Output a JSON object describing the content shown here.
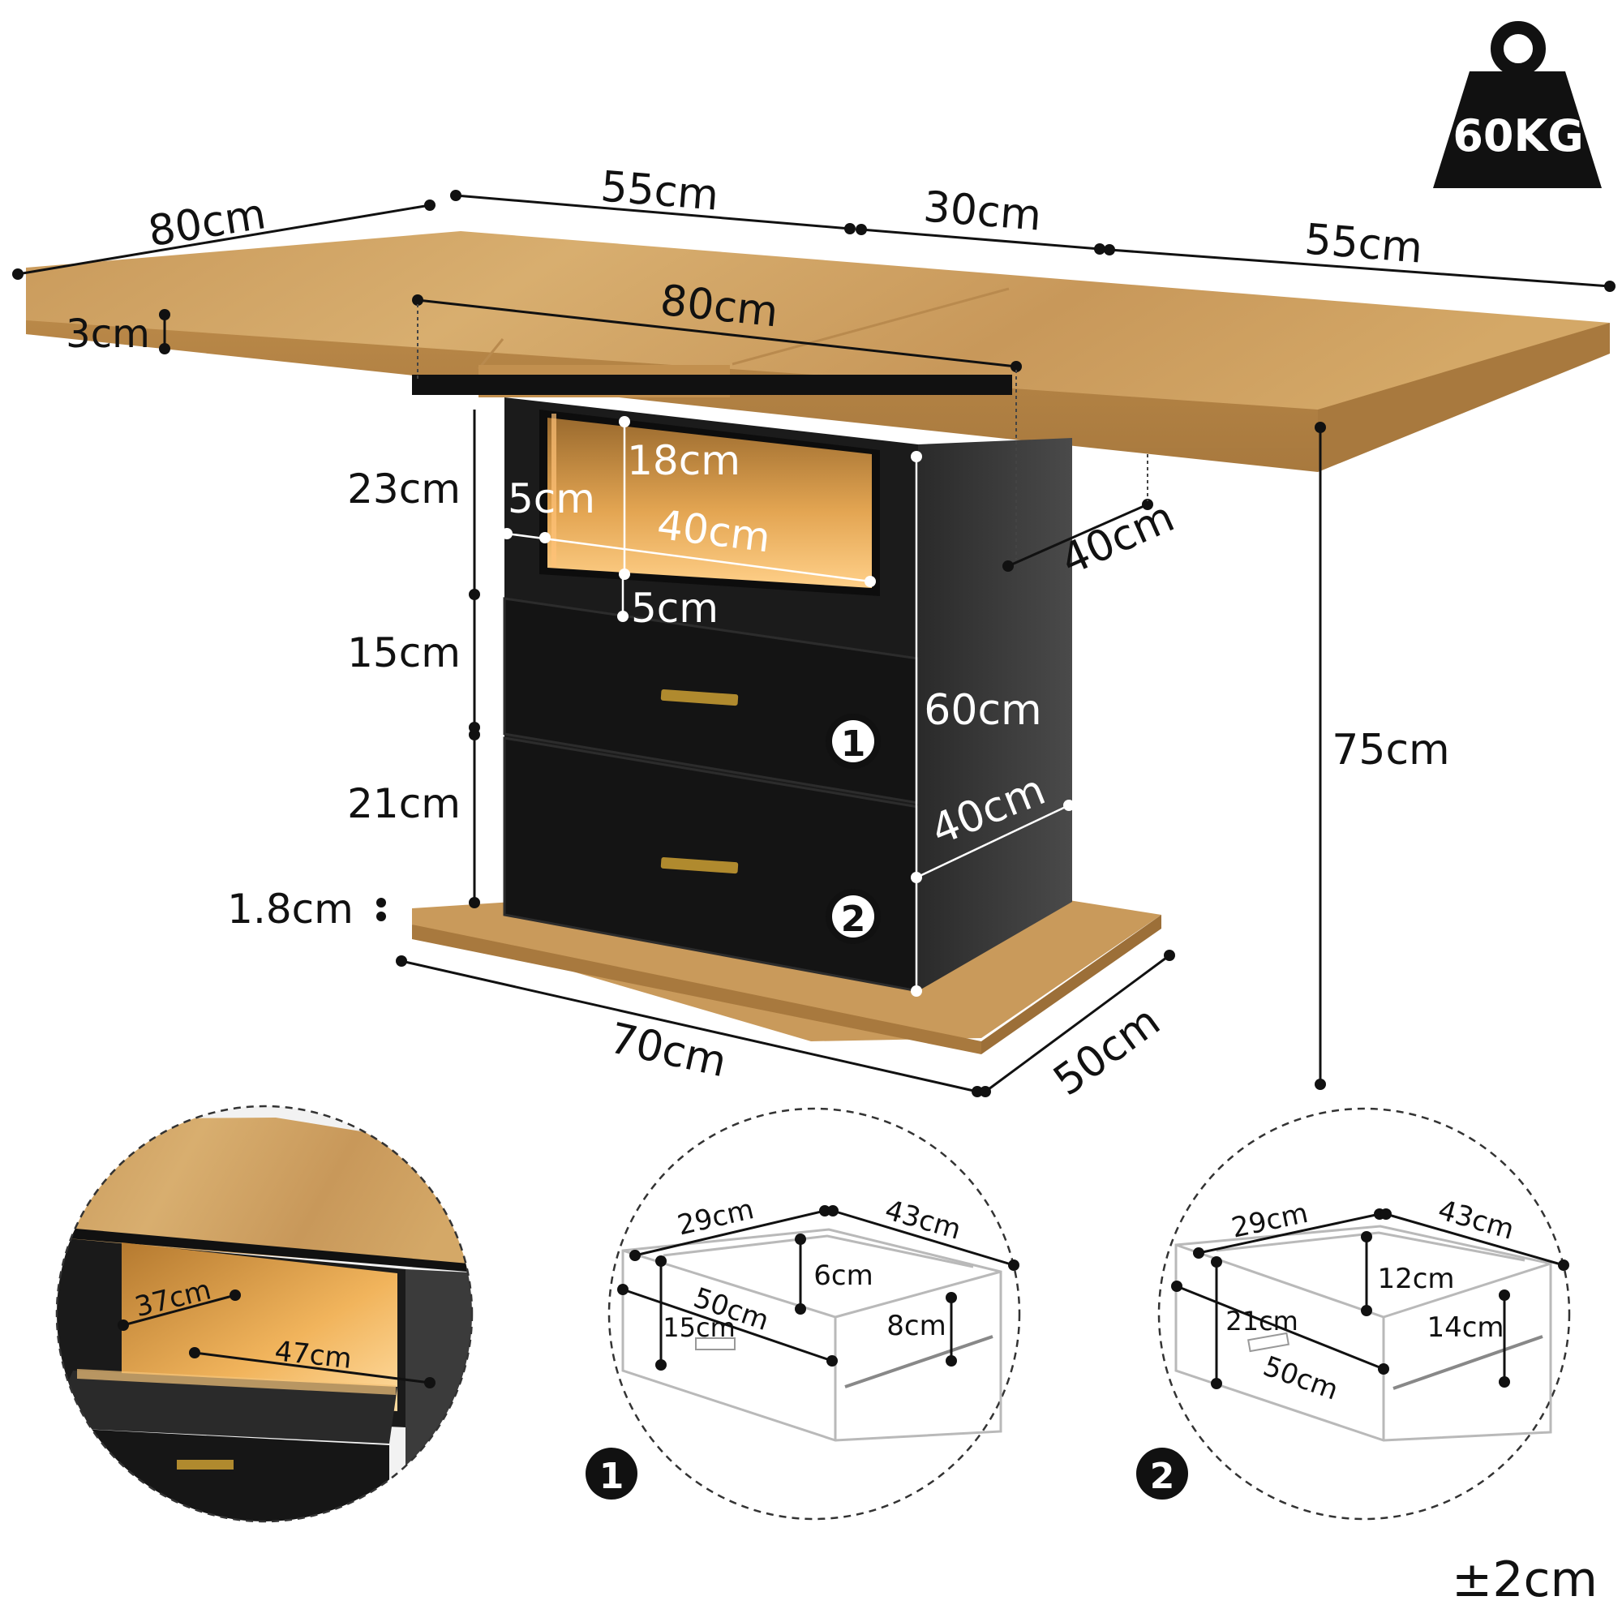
{
  "weight": {
    "label": "60KG"
  },
  "tolerance": "±2cm",
  "tabletop": {
    "depth": "80cm",
    "leaf_left": "55cm",
    "center": "30cm",
    "leaf_right": "55cm",
    "top_length": "80cm",
    "thickness": "3cm",
    "height": "75cm"
  },
  "cabinet": {
    "open_compartment_height": "23cm",
    "inner_height": "18cm",
    "inset_side": "5cm",
    "inner_width": "40cm",
    "inset_bottom": "5cm",
    "drawer1_height": "15cm",
    "drawer2_height": "21cm",
    "base_thickness": "1.8cm",
    "body_height": "60cm",
    "body_depth": "40cm",
    "upper_depth": "40cm",
    "base_width": "70cm",
    "base_depth": "50cm",
    "drawer_badges": [
      "1",
      "2"
    ]
  },
  "inset_compartment": {
    "depth": "37cm",
    "width": "47cm"
  },
  "drawer_1": {
    "badge": "1",
    "width": "29cm",
    "length": "43cm",
    "inner_depth": "6cm",
    "front_height": "15cm",
    "diagonal": "50cm",
    "side_height": "8cm"
  },
  "drawer_2": {
    "badge": "2",
    "width": "29cm",
    "length": "43cm",
    "inner_depth": "12cm",
    "front_height": "21cm",
    "diagonal": "50cm",
    "side_height": "14cm"
  }
}
